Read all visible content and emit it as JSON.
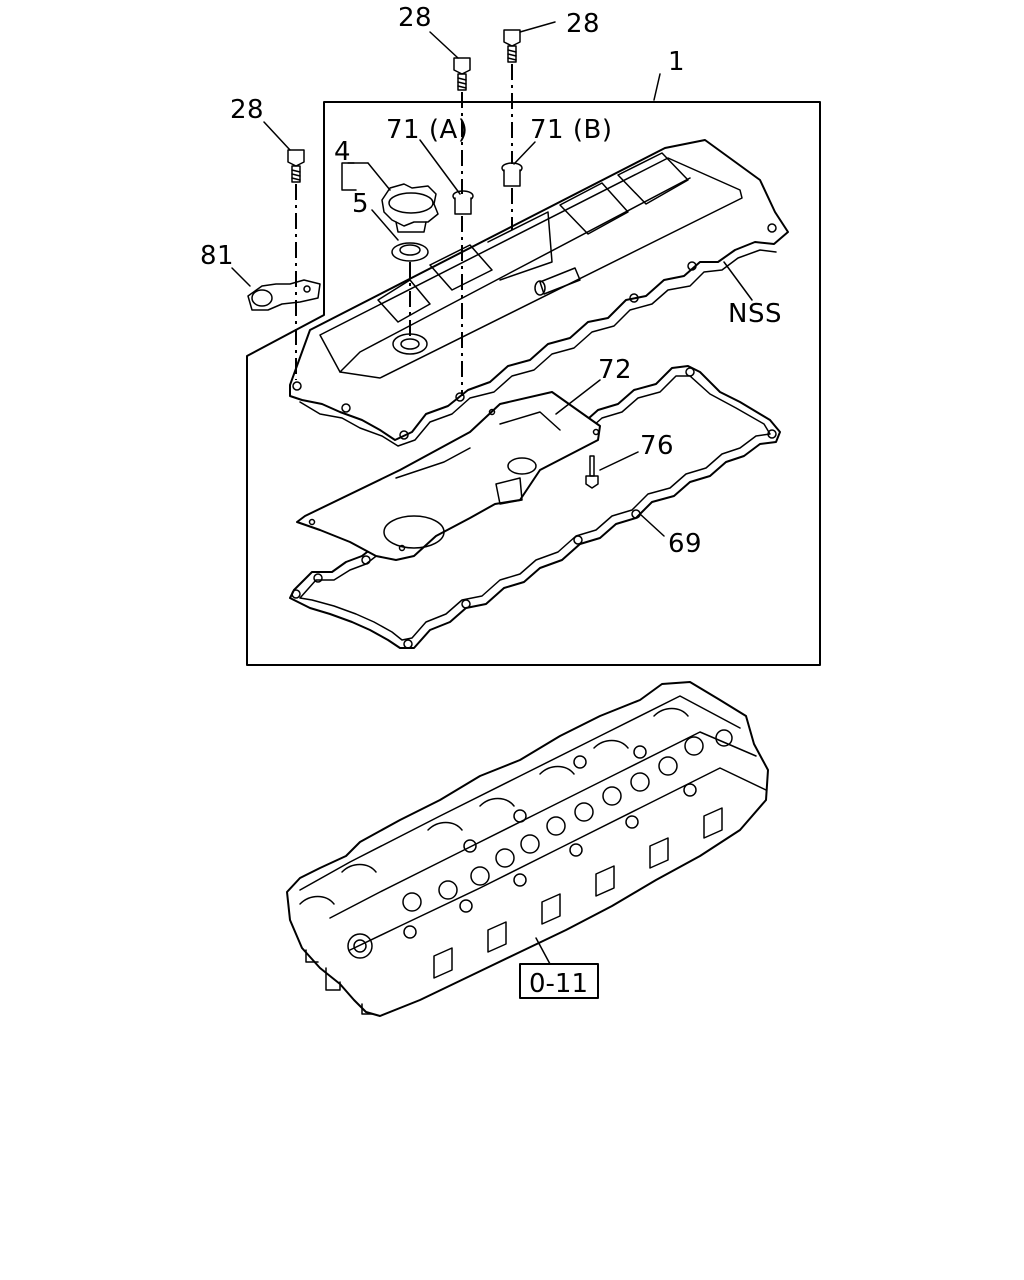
{
  "callouts": {
    "c1": "1",
    "c28_left": "28",
    "c28_mid": "28",
    "c28_right": "28",
    "c71a": "71 (A)",
    "c71b": "71 (B)",
    "c4": "4",
    "c5": "5",
    "c81": "81",
    "cnss": "NSS",
    "c72": "72",
    "c76": "76",
    "c69": "69"
  },
  "reference_box": {
    "label": "0-11"
  }
}
